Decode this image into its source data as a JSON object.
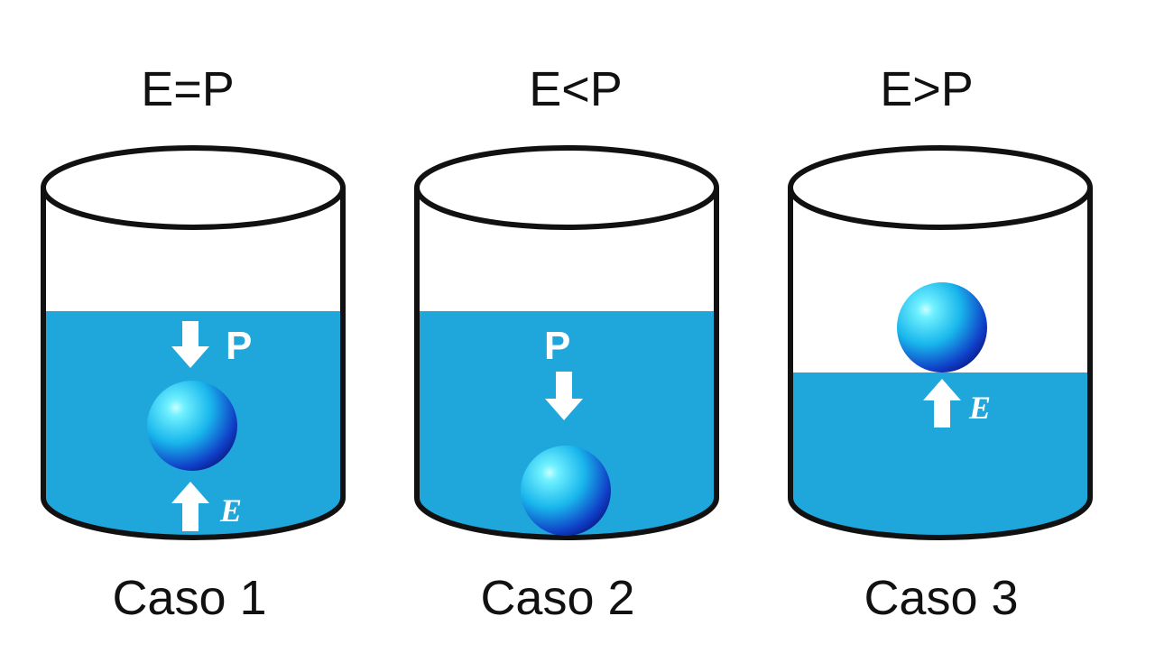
{
  "cases": [
    {
      "relation": "E=P",
      "caption": "Caso 1",
      "weight_label": "P",
      "buoyancy_label": "E"
    },
    {
      "relation": "E<P",
      "caption": "Caso 2",
      "weight_label": "P",
      "buoyancy_label": ""
    },
    {
      "relation": "E>P",
      "caption": "Caso 3",
      "weight_label": "",
      "buoyancy_label": "E"
    }
  ],
  "colors": {
    "water": "#1fa7dc",
    "outline": "#111111",
    "arrow": "#ffffff",
    "sphere_highlight": "#6ff0ff",
    "sphere_mid": "#19b6ec",
    "sphere_shadow": "#0a1f8f"
  }
}
